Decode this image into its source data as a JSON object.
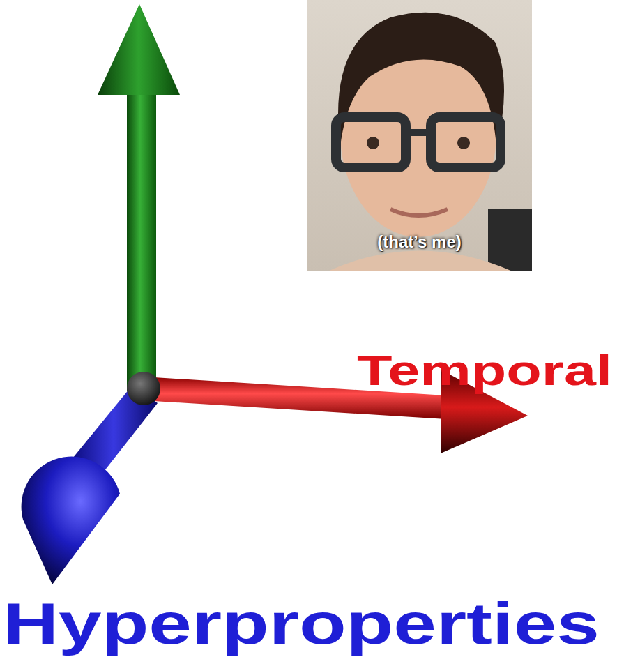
{
  "diagram": {
    "labels": [
      "(that’s me)",
      "Temporal",
      "Hyperproperties"
    ]
  }
}
